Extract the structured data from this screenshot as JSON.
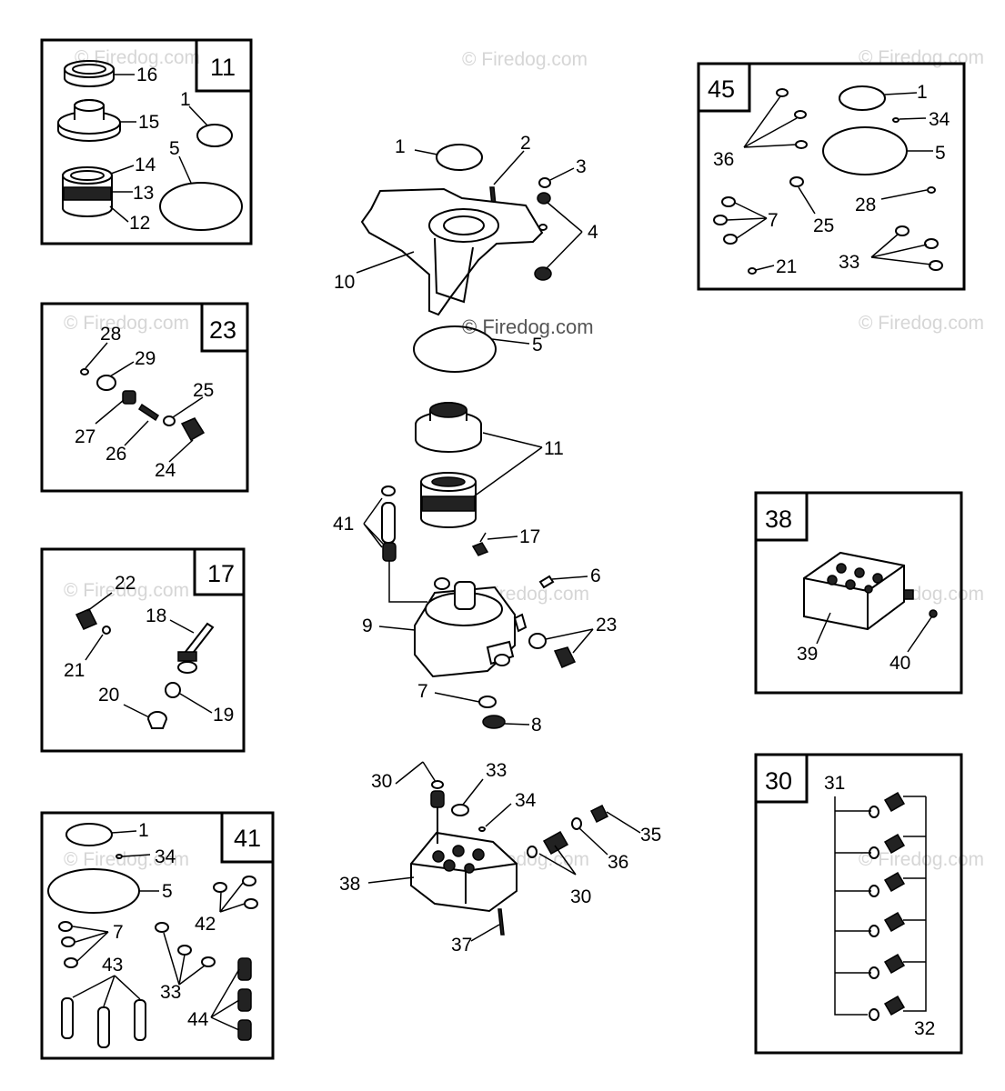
{
  "watermark": "© Firedog.com",
  "kits": {
    "k11": {
      "title": "11",
      "labels": [
        "16",
        "15",
        "14",
        "13",
        "12",
        "1",
        "5"
      ]
    },
    "k23": {
      "title": "23",
      "labels": [
        "28",
        "29",
        "27",
        "26",
        "25",
        "24"
      ]
    },
    "k17": {
      "title": "17",
      "labels": [
        "22",
        "21",
        "18",
        "20",
        "19"
      ]
    },
    "k41": {
      "title": "41",
      "labels": [
        "1",
        "34",
        "5",
        "7",
        "42",
        "43",
        "33",
        "44"
      ]
    },
    "k45": {
      "title": "45",
      "labels": [
        "1",
        "34",
        "36",
        "5",
        "28",
        "7",
        "25",
        "33",
        "21"
      ]
    },
    "k38": {
      "title": "38",
      "labels": [
        "39",
        "40"
      ]
    },
    "k30": {
      "title": "30",
      "labels": [
        "31",
        "32"
      ]
    }
  },
  "main": {
    "labels": [
      "1",
      "2",
      "3",
      "4",
      "10",
      "5",
      "11",
      "41",
      "17",
      "6",
      "9",
      "23",
      "7",
      "8",
      "30",
      "33",
      "34",
      "35",
      "36",
      "38",
      "30",
      "37"
    ]
  }
}
